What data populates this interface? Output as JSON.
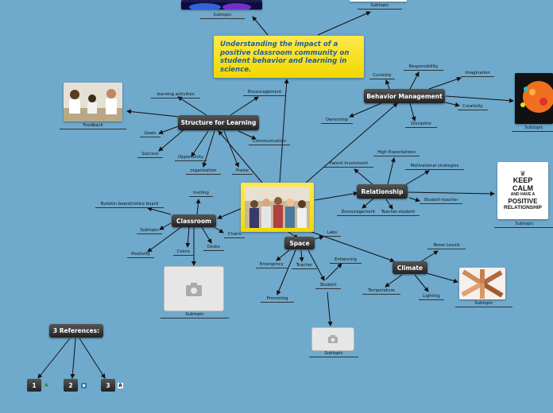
{
  "central": {
    "title": "Understanding the impact of a positive classroom community on student behavior and learning in science."
  },
  "topics": {
    "structure": "Structure for Learning",
    "behavior": "Behavior Management",
    "relationship": "Relationship",
    "classroom": "Classroom",
    "space": "Space",
    "climate": "Climate",
    "references": "3 References:"
  },
  "subtopics": {
    "learning_activities": "learning activities",
    "feedback": "Feedback",
    "goals": "Goals",
    "success": "Success",
    "opportunity": "Opportunity",
    "organization": "organization",
    "praise": "Praise",
    "communication": "Communication",
    "encouragement": "Encouragement",
    "curiosity": "Curiosity",
    "responsibility": "Responsibility",
    "imagination": "Imagination",
    "creativity": "Creativity",
    "discipline": "Discipline",
    "ownership": "Ownership",
    "high_expectations": "High Expectations",
    "parent_involvment": "Parent Involvment",
    "motivational_strategies": "Motivational strategies",
    "student_teacher": "Student-teacher",
    "encouragement2": "Encouragement",
    "teacher_student": "Teacher-student",
    "inviting": "Inviting",
    "bulletin": "Bulletin board/notice board",
    "subtopic_classroom": "Subtopic",
    "positivity": "Positivity",
    "colors": "Colors",
    "desks": "Desks",
    "chairs": "Chairs",
    "labs": "Labs",
    "emergency": "Emergency",
    "teacher": "Teacher",
    "student": "Student",
    "enhancing": "Enhancing",
    "promoting": "Promoting",
    "noise_levels": "Noise Levels",
    "temperature": "Temperature",
    "lighting": "Lighting",
    "subtopic_top_left": "Subtopic",
    "subtopic_top_right": "Subtopic",
    "subtopic_behavior_img": "Subtopic",
    "subtopic_relationship_img": "Subtopic",
    "subtopic_classroom_img": "Subtopic",
    "subtopic_space_img": "Subtopic",
    "subtopic_climate_img": "Subtopic"
  },
  "poster": {
    "line1": "KEEP",
    "line2": "CALM",
    "line3": "AND HAVE A",
    "line4": "POSITIVE",
    "line5": "RELATIONSHIP"
  },
  "references": [
    {
      "number": "1",
      "icon": "tree-icon"
    },
    {
      "number": "2",
      "icon": "linkedin-icon"
    },
    {
      "number": "3",
      "icon": "font-icon"
    }
  ],
  "colors": {
    "background": "#6fa9cc",
    "central_fill": "#f2d700",
    "central_text": "#1f5f9a",
    "node_fill": "#2a2a2a"
  }
}
